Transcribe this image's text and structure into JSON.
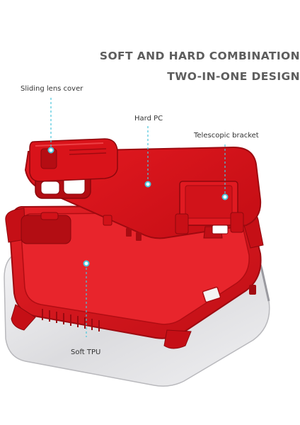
{
  "headline": {
    "line1": "SOFT AND HARD COMBINATION",
    "line2": "TWO-IN-ONE DESIGN"
  },
  "callouts": {
    "sliding_lens_cover": "Sliding lens cover",
    "hard_pc": "Hard PC",
    "telescopic_bracket": "Telescopic bracket",
    "soft_tpu": "Soft TPU"
  },
  "colors": {
    "case_red": "#d8131b",
    "case_red_dark": "#a80c12",
    "case_red_light": "#ef3a40",
    "phone_silver": "#e4e4e6",
    "camera_black": "#1b1b1f",
    "guide_line": "#49c6dc",
    "headline_gray": "#5d5d5d"
  },
  "icons": [
    "camera-lens-icon",
    "flash-icon"
  ]
}
